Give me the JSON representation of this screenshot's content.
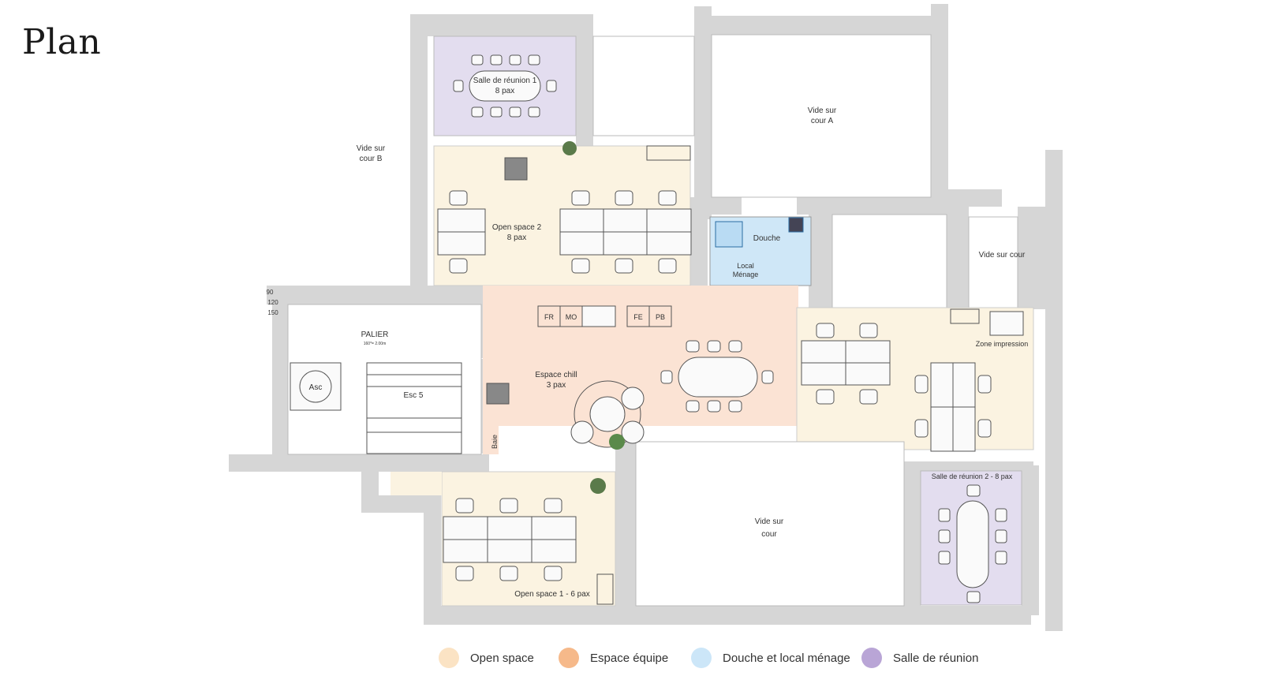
{
  "title": "Plan",
  "colors": {
    "wall": "#d4d4d4",
    "open_space": "#fbf3e1",
    "espace_equipe": "#fbe3d4",
    "douche": "#cfe7f7",
    "salle_reunion": "#e3ddef",
    "desk": "#fafafa",
    "line": "#555555"
  },
  "rooms": {
    "salle_reunion_1": [
      "Salle de réunion 1",
      "8 pax"
    ],
    "vide_cour_b": [
      "Vide sur",
      "cour B"
    ],
    "vide_cour_a": [
      "Vide sur",
      "cour A"
    ],
    "open_space_2": [
      "Open space 2",
      "8 pax"
    ],
    "douche": "Douche",
    "local_menage": [
      "Local",
      "Ménage"
    ],
    "vide_sur_cour_right": "Vide sur cour",
    "palier": "PALIER",
    "palier_sub": "160*= 2.00m",
    "asc": "Asc",
    "esc": "Esc 5",
    "espace_chill": [
      "Espace chill",
      "3 pax"
    ],
    "zone_impression": "Zone impression",
    "salle_reunion_2": "Salle de réunion 2 - 8 pax",
    "vide_sur_cour_center": [
      "Vide sur",
      "cour"
    ],
    "open_space_1": "Open space 1 - 6 pax",
    "baie": "Baie"
  },
  "appliances": [
    "FR",
    "MO",
    "FE",
    "PB"
  ],
  "dims": [
    "90",
    "120",
    "150"
  ],
  "legend": [
    {
      "label": "Open space",
      "color": "#fbe3c4"
    },
    {
      "label": "Espace équipe",
      "color": "#f6b98a"
    },
    {
      "label": "Douche et local ménage",
      "color": "#cce6f8"
    },
    {
      "label": "Salle de réunion",
      "color": "#b9a5d6"
    }
  ]
}
